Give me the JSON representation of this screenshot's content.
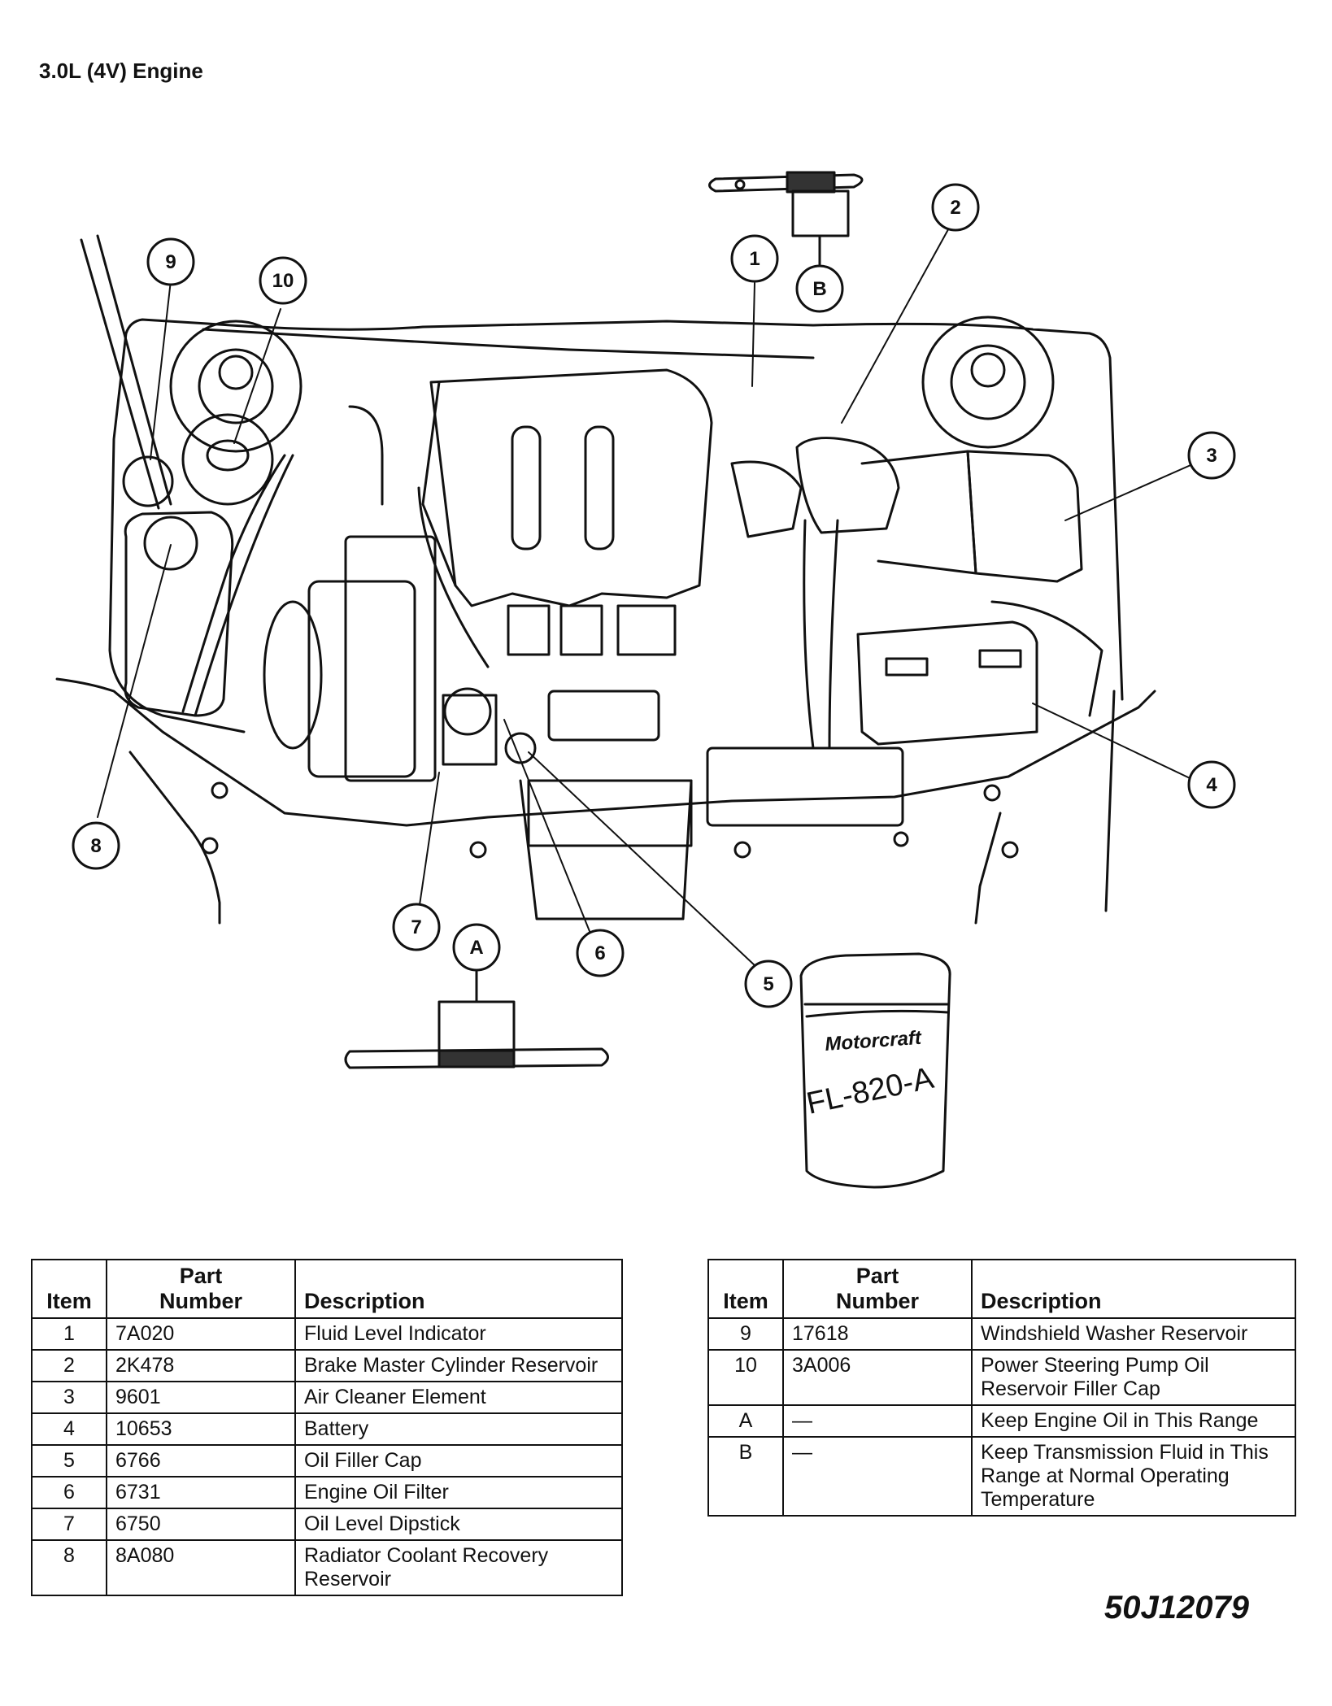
{
  "page": {
    "title": "3.0L (4V) Engine",
    "figure_id": "50J12079"
  },
  "callouts": [
    "1",
    "2",
    "3",
    "4",
    "5",
    "6",
    "7",
    "8",
    "9",
    "10",
    "A",
    "B"
  ],
  "filter_label": {
    "brand": "Motorcraft",
    "model": "FL-820-A"
  },
  "tables": {
    "headers": {
      "item": "Item",
      "part_number": "Part\nNumber",
      "description": "Description"
    },
    "left": [
      {
        "item": "1",
        "part": "7A020",
        "desc": "Fluid Level Indicator"
      },
      {
        "item": "2",
        "part": "2K478",
        "desc": "Brake Master Cylinder Reservoir"
      },
      {
        "item": "3",
        "part": "9601",
        "desc": "Air Cleaner Element"
      },
      {
        "item": "4",
        "part": "10653",
        "desc": "Battery"
      },
      {
        "item": "5",
        "part": "6766",
        "desc": "Oil Filler Cap"
      },
      {
        "item": "6",
        "part": "6731",
        "desc": "Engine Oil Filter"
      },
      {
        "item": "7",
        "part": "6750",
        "desc": "Oil Level Dipstick"
      },
      {
        "item": "8",
        "part": "8A080",
        "desc": "Radiator Coolant Recovery Reservoir"
      }
    ],
    "right": [
      {
        "item": "9",
        "part": "17618",
        "desc": "Windshield Washer Reservoir"
      },
      {
        "item": "10",
        "part": "3A006",
        "desc": "Power Steering Pump Oil Reservoir Filler Cap"
      },
      {
        "item": "A",
        "part": "—",
        "desc": "Keep Engine Oil in This Range"
      },
      {
        "item": "B",
        "part": "—",
        "desc": "Keep Transmission Fluid in This Range at Normal Operating Temperature"
      }
    ]
  }
}
